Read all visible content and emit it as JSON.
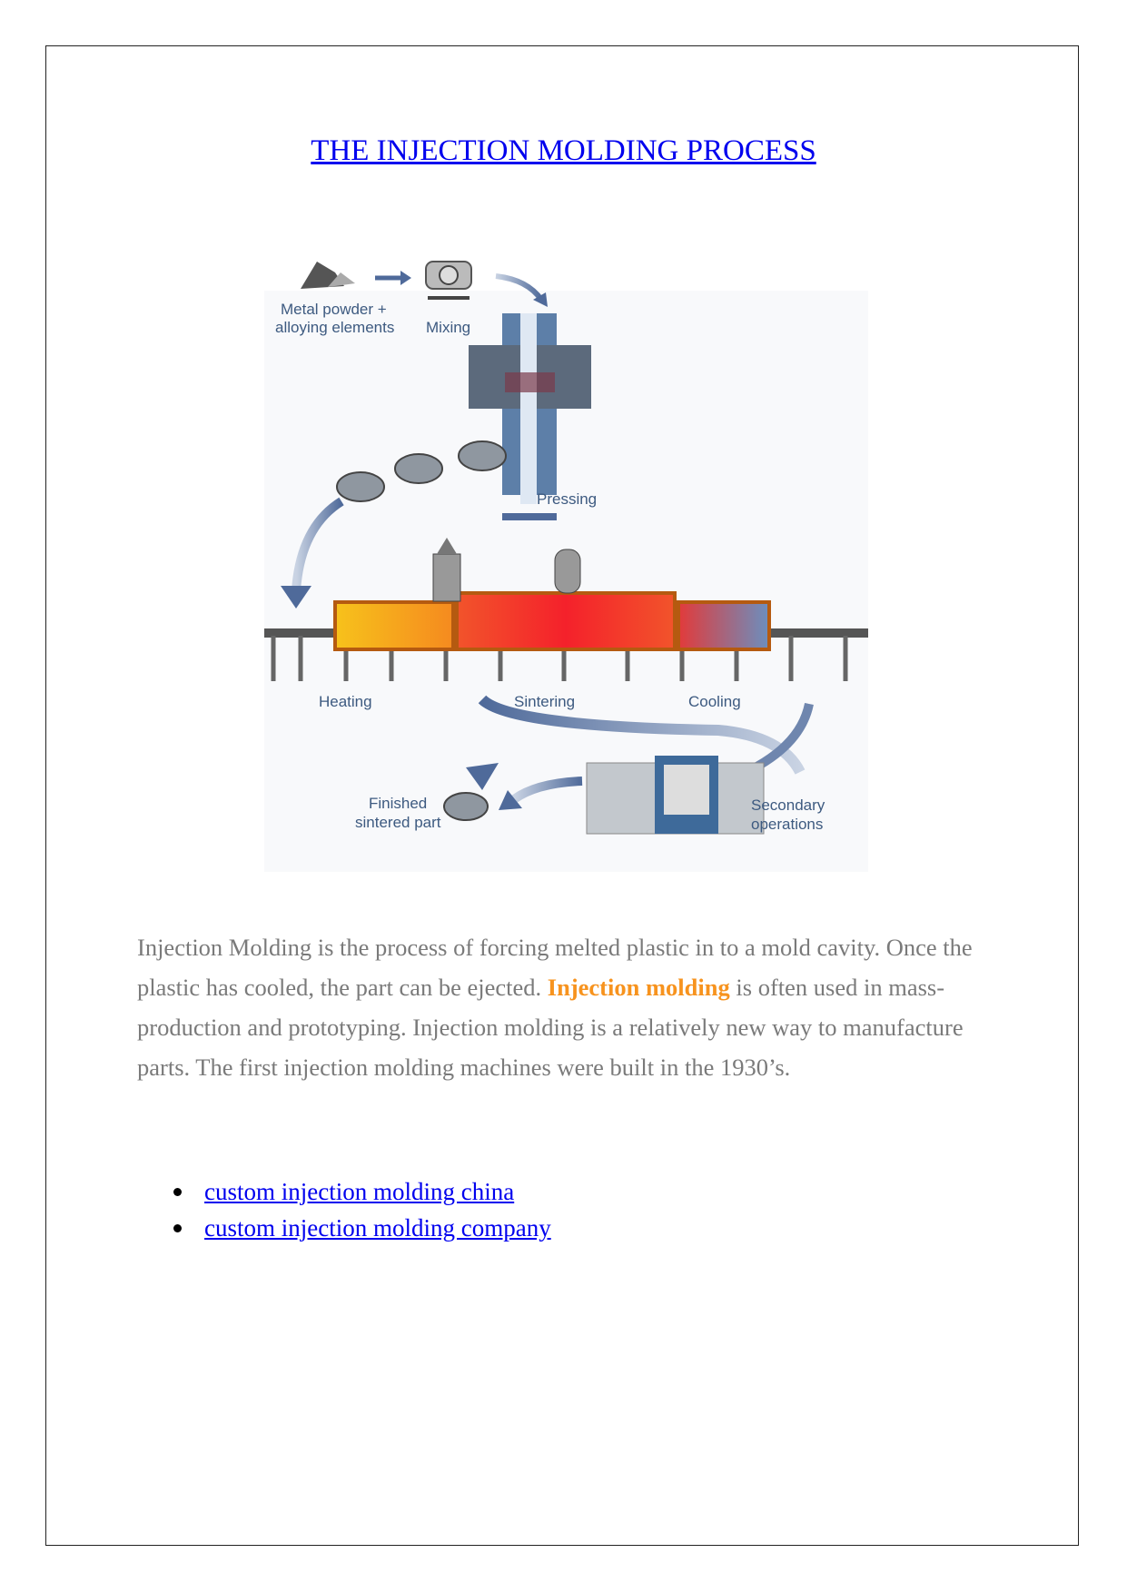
{
  "title": "THE INJECTION MOLDING PROCESS",
  "figure": {
    "labels": {
      "powder_line1": "Metal powder +",
      "powder_line2": "alloying elements",
      "mixing": "Mixing",
      "pressing": "Pressing",
      "heating": "Heating",
      "sintering": "Sintering",
      "cooling": "Cooling",
      "finished_line1": "Finished",
      "finished_line2": "sintered part",
      "secondary_line1": "Secondary",
      "secondary_line2": "operations"
    }
  },
  "paragraph": {
    "part1": "Injection Molding is the process of forcing melted plastic in to a mold cavity. Once the plastic has cooled, the part can be ejected. ",
    "highlight": "Injection molding",
    "part2": " is often used in mass-production and prototyping. Injection molding is a relatively new way to manufacture parts. The first injection molding machines were built in the 1930’s."
  },
  "links": [
    "custom injection molding china",
    "custom injection molding company"
  ],
  "colors": {
    "link": "#0000ee",
    "highlight": "#f7931e",
    "body_text": "#7a7a7a"
  }
}
